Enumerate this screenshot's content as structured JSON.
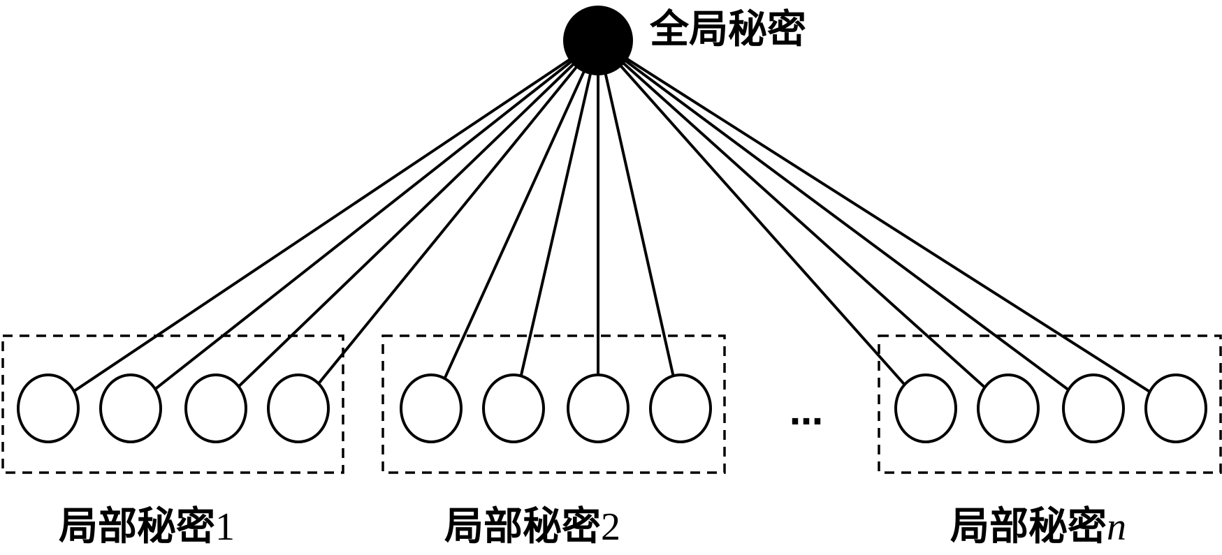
{
  "root": {
    "label": "全局秘密",
    "fill": "#000000"
  },
  "ellipsis": "…",
  "groups": [
    {
      "name": "局部秘密",
      "index": "1",
      "index_style": "normal",
      "leaf_count": 4
    },
    {
      "name": "局部秘密",
      "index": "2",
      "index_style": "normal",
      "leaf_count": 4
    },
    {
      "name": "局部秘密",
      "index": "n",
      "index_style": "italic",
      "leaf_count": 4
    }
  ],
  "style": {
    "line_color": "#000000",
    "leaf_fill": "#ffffff",
    "box_dash": "dashed"
  }
}
